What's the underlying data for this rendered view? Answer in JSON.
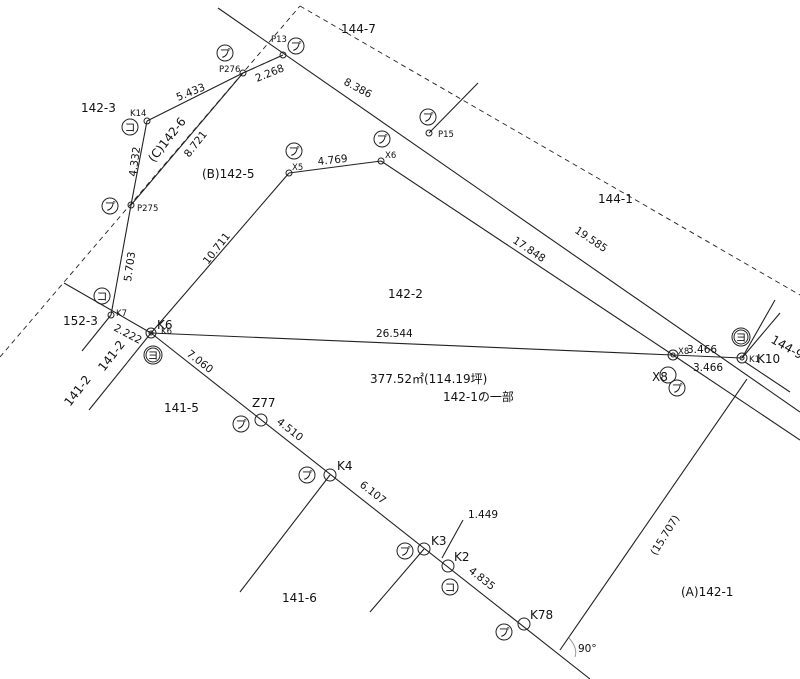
{
  "parcels": {
    "p144_7": "144-7",
    "p144_1": "144-1",
    "p144_9": "144-9",
    "p142_3": "142-3",
    "p142_6": "(C)142-6",
    "p142_5": "(B)142-5",
    "p142_2": "142-2",
    "p152_3": "152-3",
    "p141_2a": "141-2",
    "p141_2b": "141-2",
    "p141_5": "141-5",
    "p141_6": "141-6",
    "p142_1": "(A)142-1"
  },
  "area": {
    "value": "377.52㎡(114.19坪)",
    "note": "142-1の一部"
  },
  "points": {
    "P13": "P13",
    "P276": "P276",
    "K14": "K14",
    "P275": "P275",
    "K7": "K7",
    "K6": "K6",
    "K6small": "K6",
    "X5": "X5",
    "X6": "X6",
    "P15": "P15",
    "X8": "X8",
    "X8b": "X8",
    "K10": "K10",
    "K10small": "K1",
    "Z77": "Z77",
    "K4": "K4",
    "K3": "K3",
    "K2": "K2",
    "K78": "K78"
  },
  "distances": {
    "d_p276_p13": "2.268",
    "d_k14_p276": "5.433",
    "d_p13_p15": "8.386",
    "d_k14_p275": "4.332",
    "d_p276_p275": "8.721",
    "d_p275_k7": "5.703",
    "d_k7_k6": "2.222",
    "d_k6_x5": "10.711",
    "d_x5_x6": "4.769",
    "d_x6_x8": "17.848",
    "d_p15_k10": "19.585",
    "d_k6_x8": "26.544",
    "d_x8_k10a": "3.466",
    "d_x8_k10b": "3.466",
    "d_k6_z77": "7.060",
    "d_z77_k4": "4.510",
    "d_k4_k3": "6.107",
    "d_k3_k2": "1.449",
    "d_k2_k78": "4.835",
    "d_east": "(15.707)"
  },
  "angle": "90°",
  "marker_glyphs": {
    "plastic": "プ",
    "concrete": "コ",
    "metal": "ヨ"
  }
}
